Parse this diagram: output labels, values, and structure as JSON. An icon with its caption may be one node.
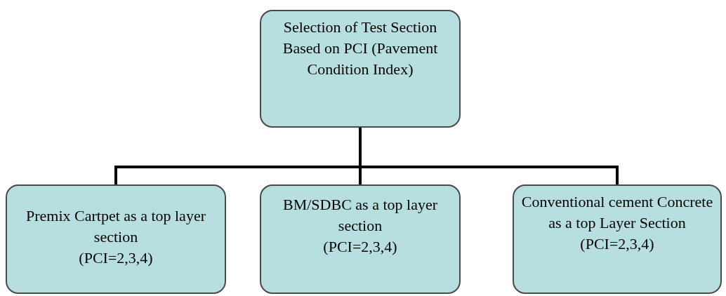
{
  "diagram": {
    "nodes": [
      {
        "text": [
          "Selection of Test Section Based on PCI (Pavement Condition Index)"
        ]
      },
      {
        "text": [
          "Premix Cartpet as a top layer section",
          "(PCI=2,3,4)"
        ]
      },
      {
        "text": [
          "BM/SDBC as a top layer section",
          "(PCI=2,3,4)"
        ]
      },
      {
        "text": [
          "Conventional cement Concrete as a top Layer Section",
          "(PCI=2,3,4)"
        ]
      }
    ],
    "edges": [
      {
        "from": 0,
        "to": 1,
        "arrow": "none"
      },
      {
        "from": 0,
        "to": 2,
        "arrow": "none"
      },
      {
        "from": 0,
        "to": 3,
        "arrow": "none"
      }
    ]
  }
}
